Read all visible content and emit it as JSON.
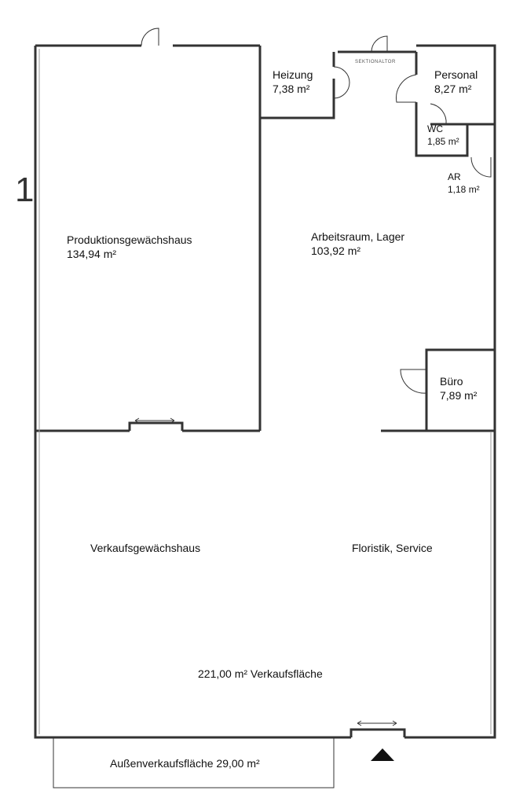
{
  "plan_number": "1",
  "sectional_door_label": "Sektionaltor",
  "rooms": {
    "heizung": {
      "name": "Heizung",
      "area": "7,38 m²"
    },
    "personal": {
      "name": "Personal",
      "area": "8,27 m²"
    },
    "wc": {
      "name": "WC",
      "area": "1,85 m²"
    },
    "ar": {
      "name": "AR",
      "area": "1,18 m²"
    },
    "produktion": {
      "name": "Produktionsgewächshaus",
      "area": "134,94 m²"
    },
    "arbeitsraum": {
      "name": "Arbeitsraum, Lager",
      "area": "103,92 m²"
    },
    "buero": {
      "name": "Büro",
      "area": "7,89 m²"
    },
    "verkauf": {
      "name": "Verkaufsgewächshaus"
    },
    "floristik": {
      "name": "Floristik, Service"
    },
    "verkaufsflaeche": {
      "label": "221,00 m² Verkaufsfläche"
    },
    "aussen": {
      "label": "Außenverkaufsfläche 29,00 m²"
    }
  }
}
